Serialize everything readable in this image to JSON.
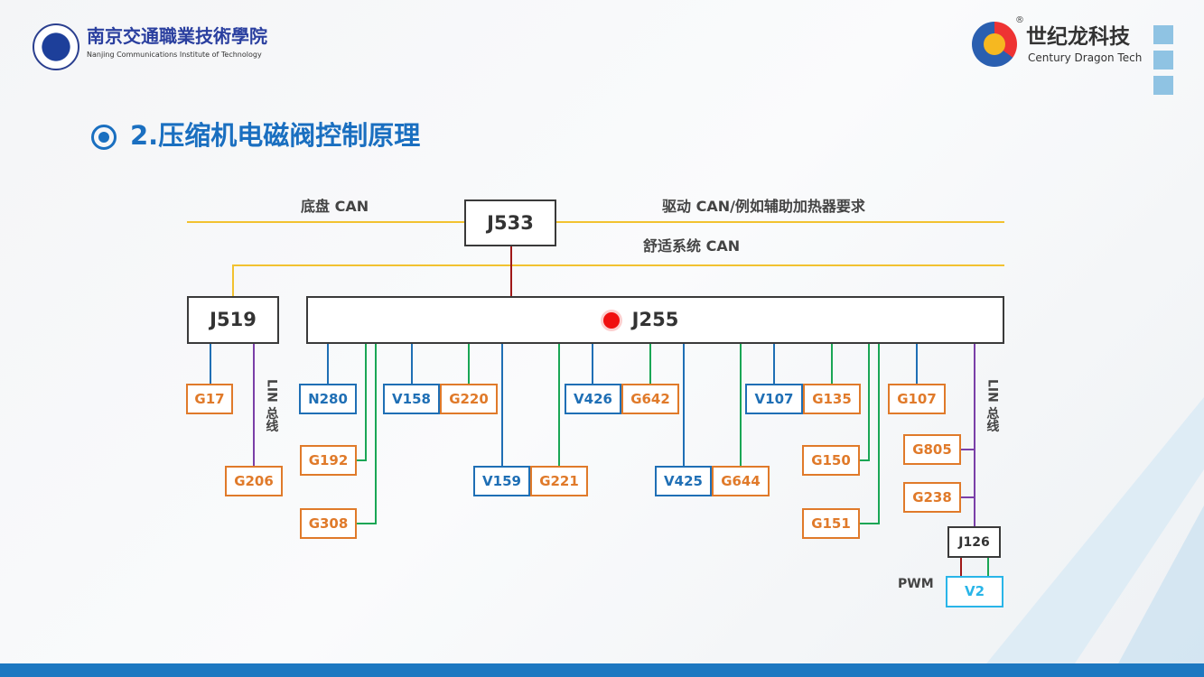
{
  "header": {
    "school_cn": "南京交通職業技術學院",
    "school_en": "Nanjing Communications Institute of Technology",
    "brand_cn": "世纪龙科技",
    "brand_en": "Century Dragon Tech",
    "brand_reg": "®"
  },
  "title": "2.压缩机电磁阀控制原理",
  "bus": {
    "chassis": "底盘 CAN",
    "drive": "驱动 CAN/例如辅助加热器要求",
    "comfort": "舒适系统 CAN",
    "lin_left": "LIN 总线",
    "lin_right": "LIN 总线",
    "pwm": "PWM"
  },
  "modules": {
    "j533": "J533",
    "j519": "J519",
    "j255": "J255",
    "j126": "J126"
  },
  "nodes": {
    "g17": "G17",
    "g206": "G206",
    "n280": "N280",
    "g192": "G192",
    "g308": "G308",
    "v158": "V158",
    "g220": "G220",
    "v159": "V159",
    "g221": "G221",
    "v426": "V426",
    "g642": "G642",
    "v425": "V425",
    "g644": "G644",
    "v107": "V107",
    "g135": "G135",
    "g150": "G150",
    "g151": "G151",
    "g107": "G107",
    "g805": "G805",
    "g238": "G238",
    "v2": "V2"
  },
  "colors": {
    "title": "#1a6fc0",
    "sensor": "#e07a2a",
    "actuator": "#1f6fb5",
    "can": "#f2c230",
    "lin": "#7a3fa8",
    "signal": "#1aa655",
    "power": "#a01818"
  }
}
